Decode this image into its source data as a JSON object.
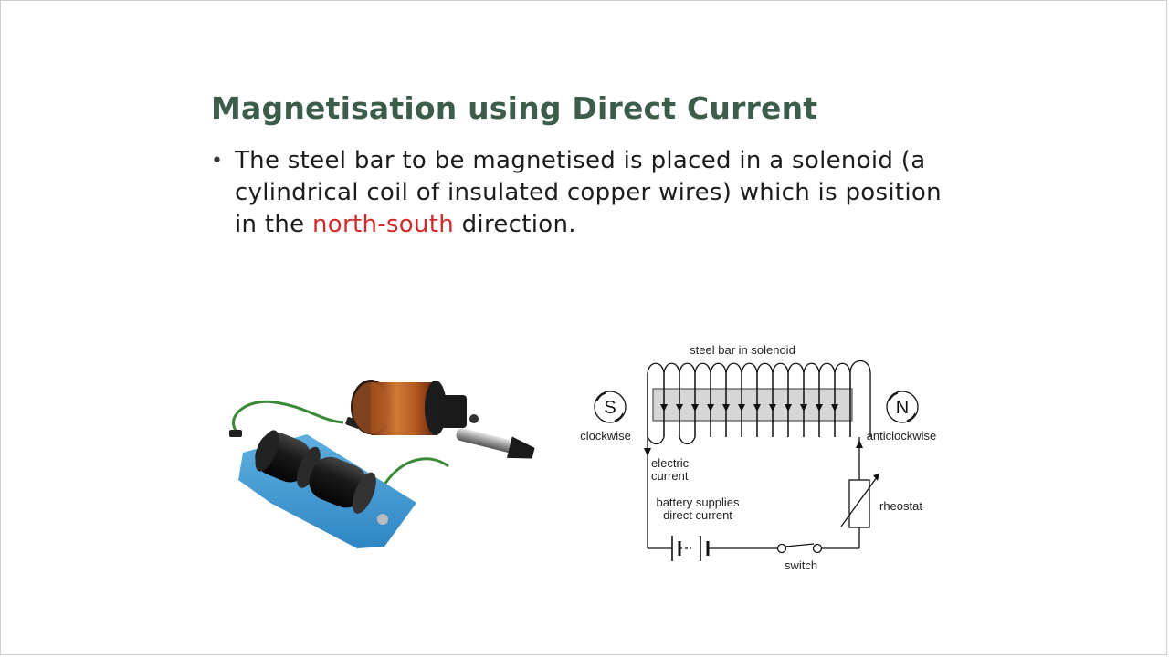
{
  "slide": {
    "title": "Magnetisation using Direct Current",
    "bullet": {
      "part1": "The steel bar to be magnetised is placed in a solenoid (a cylindrical coil of insulated copper wires) which is position in the ",
      "highlight": "north-south",
      "part2": " direction."
    },
    "colors": {
      "title": "#3b5d4a",
      "highlight": "#d12a2a",
      "text": "#1c1c1c"
    }
  },
  "diagram": {
    "label_solenoid": "steel bar in solenoid",
    "label_clockwise": "clockwise",
    "label_anticlockwise": "anticlockwise",
    "label_current_1": "electric",
    "label_current_2": "current",
    "label_battery_1": "battery supplies",
    "label_battery_2": "direct current",
    "label_rheostat": "rheostat",
    "label_switch": "switch",
    "label_S": "S",
    "label_N": "N"
  }
}
